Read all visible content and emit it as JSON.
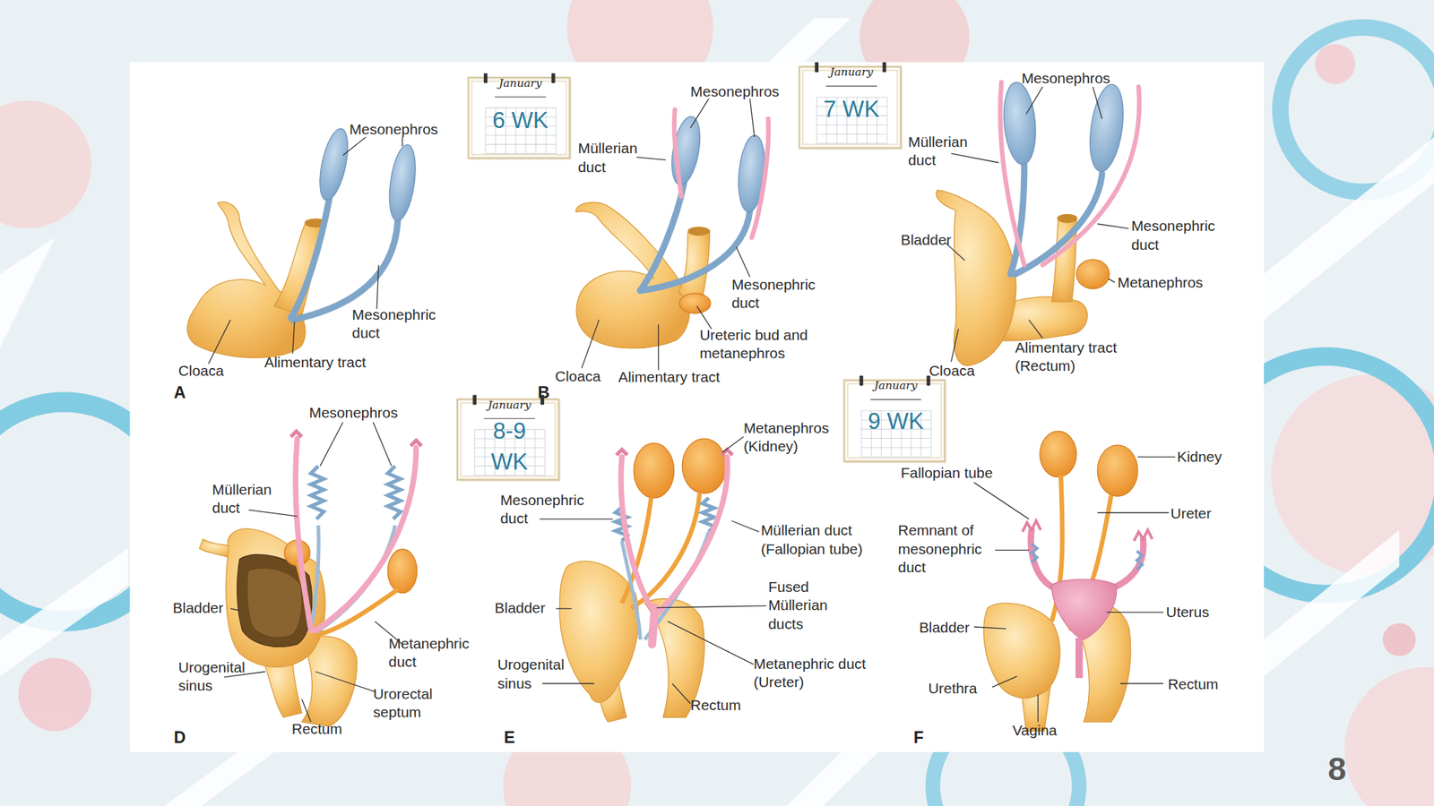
{
  "diagram": {
    "nodes": [
      {
        "text": [
          "January",
          "6 WK"
        ]
      },
      {
        "text": [
          "January",
          "7 WK"
        ]
      },
      {
        "text": [
          "January",
          "8-9 WK"
        ]
      },
      {
        "text": [
          "January",
          "9 WK"
        ]
      }
    ],
    "labels": [
      "Mesonephros",
      "Mesonephric duct",
      "Cloaca",
      "Alimentary tract",
      "A",
      "Mesonephros",
      "Müllerian duct",
      "Mesonephric duct",
      "Ureteric bud and metanephros",
      "Cloaca",
      "Alimentary tract",
      "B",
      "Mesonephros",
      "Müllerian duct",
      "Bladder",
      "Mesonephric duct",
      "Metanephros",
      "Cloaca",
      "Alimentary tract (Rectum)",
      "Mesonephros",
      "Müllerian duct",
      "Bladder",
      "Metanephric duct",
      "Urogenital sinus",
      "Urorectal septum",
      "Rectum",
      "D",
      "Metanephros (Kidney)",
      "Mesonephric duct",
      "Müllerian duct (Fallopian tube)",
      "Bladder",
      "Fused Müllerian ducts",
      "Urogenital sinus",
      "Metanephric duct (Ureter)",
      "Rectum",
      "E",
      "Fallopian tube",
      "Kidney",
      "Ureter",
      "Remnant of mesonephric duct",
      "Uterus",
      "Bladder",
      "Urethra",
      "Rectum",
      "Vagina",
      "F",
      "8"
    ]
  }
}
